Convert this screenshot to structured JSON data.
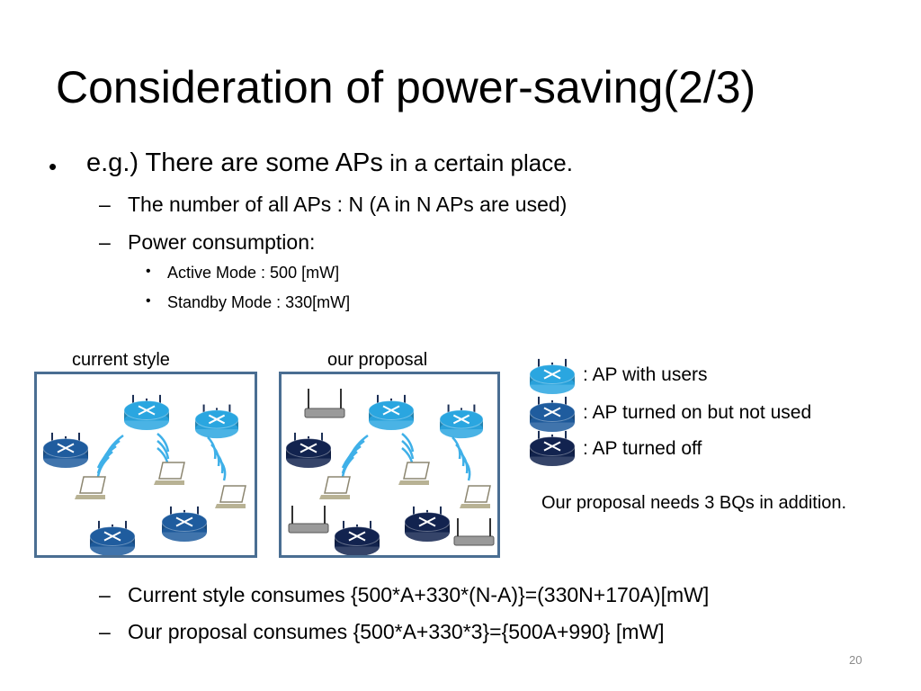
{
  "slide": {
    "title": "Consideration of power-saving(2/3)",
    "page_number": "20"
  },
  "bullets": {
    "main_lead": "e.g.) There are some APs",
    "main_tail": " in a certain place.",
    "sub1": "The number of all APs : N (A in N APs are used)",
    "sub2": "Power consumption:",
    "sub2_items": [
      "Active Mode : 500 [mW]",
      "Standby Mode : 330[mW]"
    ],
    "formulas": [
      "Current style consumes {500*A+330*(N-A)}=(330N+170A)[mW]",
      "Our proposal consumes {500*A+330*3}={500A+990} [mW]"
    ]
  },
  "diagram": {
    "captions": {
      "current": "current  style",
      "proposal": "our proposal"
    },
    "legend": [
      {
        "label": ": AP with users",
        "color": "#2aa6e0",
        "state": "active"
      },
      {
        "label": ": AP turned on but not used",
        "color": "#1f5c9e",
        "state": "standby"
      },
      {
        "label": ": AP turned off",
        "color": "#12234f",
        "state": "off"
      }
    ],
    "note": "Our proposal needs 3 BQs in addition.",
    "colors": {
      "active": "#2aa6e0",
      "standby": "#1f5c9e",
      "off": "#12234f",
      "frame": "#4a6e92",
      "wave": "#3fb0e8",
      "laptop": "#a09a80"
    }
  }
}
